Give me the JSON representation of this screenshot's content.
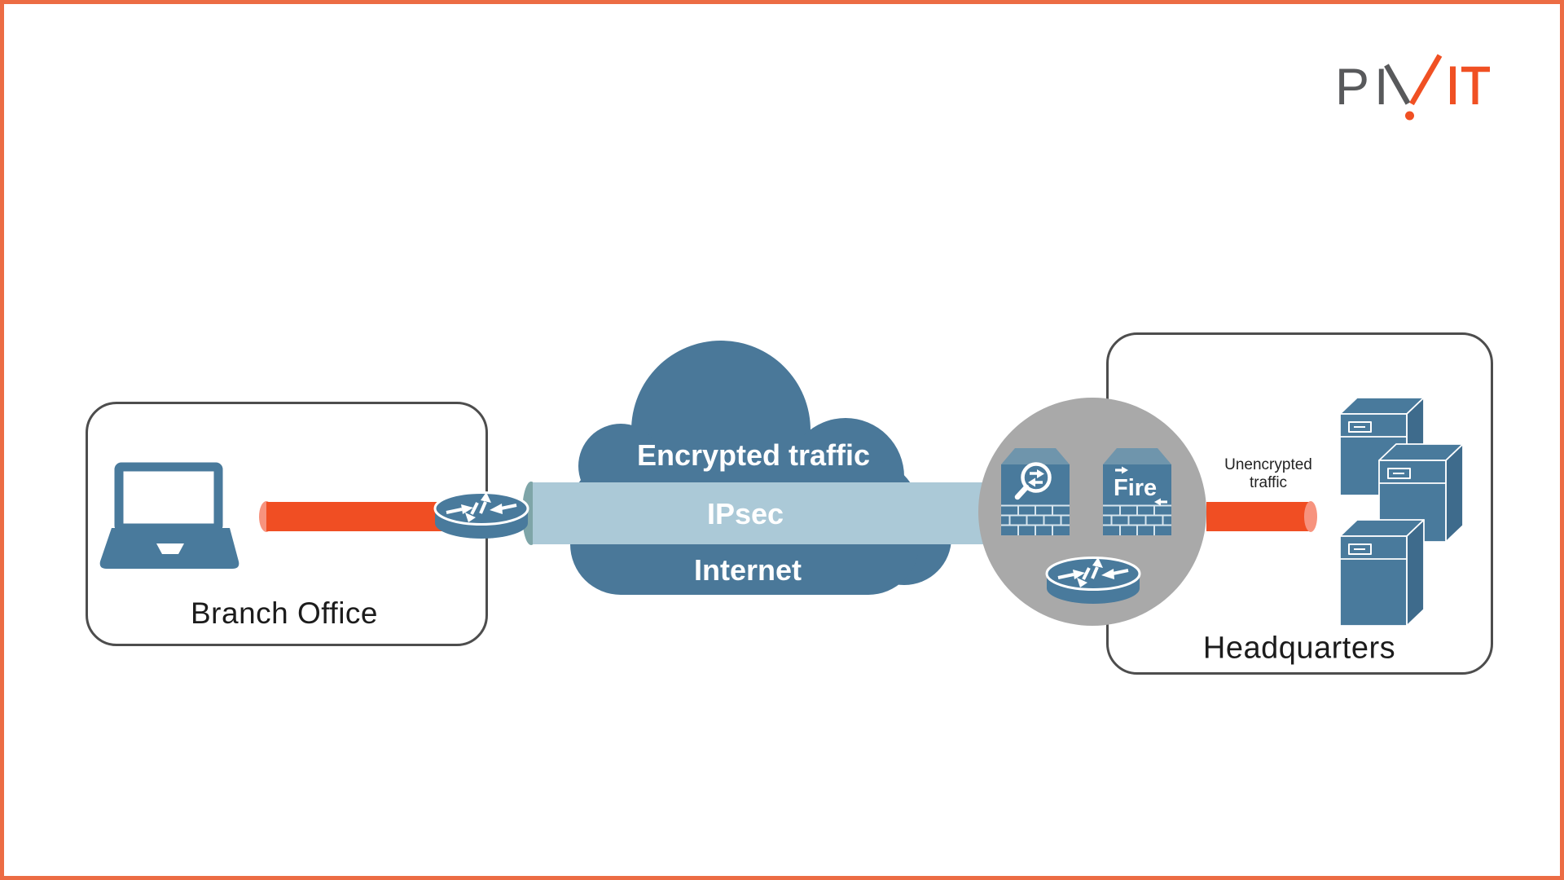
{
  "logo": {
    "text": "PIVIT",
    "gray_pi": "PI",
    "gray_letters": "PIV",
    "orange_letters": "IT"
  },
  "labels": {
    "branch_office": "Branch Office",
    "headquarters": "Headquarters",
    "encrypted_traffic": "Encrypted traffic",
    "ipsec": "IPsec",
    "internet": "Internet",
    "unencrypted_line1": "Unencrypted",
    "unencrypted_line2": "traffic",
    "firewall_label": "Fire"
  },
  "icons": {
    "laptop": "laptop-icon",
    "router": "router-icon",
    "cloud": "internet-cloud-icon",
    "inspection_firewall": "inspection-firewall-icon",
    "firewall": "firewall-icon",
    "servers": "server-stack-icon"
  },
  "colors": {
    "steel_blue": "#497a9c",
    "steel_blue_dark": "#3e6b8c",
    "steel_blue_bevel": "#6f95ac",
    "cloud_blue": "#4a7899",
    "tunnel_blue": "#abc9d7",
    "tunnel_cap": "#7ea5a8",
    "cable_orange": "#f04e23",
    "cable_cap": "#f7937e",
    "circle_gray": "#a9a9a9",
    "frame_orange": "#ec6c44",
    "box_border": "#4d4d4d",
    "logo_gray": "#58595b",
    "logo_orange": "#f05023",
    "text_dark": "#1c1c1c"
  }
}
